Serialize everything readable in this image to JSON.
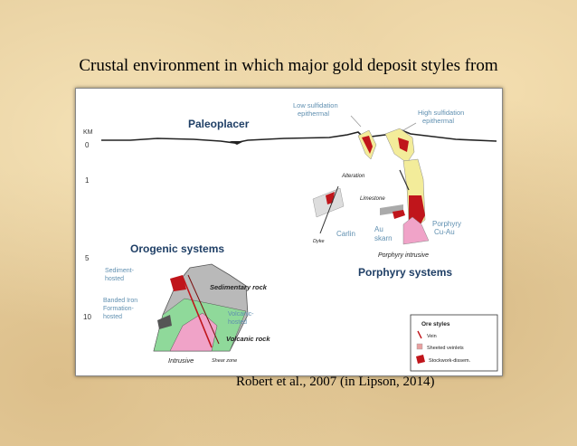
{
  "slide": {
    "title": "Crustal environment in which major gold deposit styles from",
    "citation": "Robert et al., 2007 (in Lipson, 2014)"
  },
  "diagram": {
    "km_label": "KM",
    "depth_ticks": [
      "0",
      "1",
      "5",
      "10"
    ],
    "paleoplacer": "Paleoplacer",
    "low_sulfidation_1": "Low sulfidation",
    "low_sulfidation_2": "epithermal",
    "high_sulfidation_1": "High sulfidation",
    "high_sulfidation_2": "epithermal",
    "alteration": "Alteration",
    "limestone": "Limestone",
    "dyke": "Dyke",
    "carlin": "Carlin",
    "au_skarn_1": "Au",
    "au_skarn_2": "skarn",
    "porphyry_1": "Porphyry",
    "porphyry_2": "Cu-Au",
    "porphyry_intrusive": "Porphyry intrusive",
    "orogenic_systems": "Orogenic systems",
    "porphyry_systems": "Porphyry systems",
    "sediment_hosted_1": "Sediment-",
    "sediment_hosted_2": "hosted",
    "bif_1": "Banded Iron",
    "bif_2": "Formation-",
    "bif_3": "hosted",
    "sedimentary_rock": "Sedimentary rock",
    "volcanic_hosted_1": "Volcanic-",
    "volcanic_hosted_2": "hosted",
    "volcanic_rock": "Volcanic rock",
    "intrusive": "Intrusive",
    "shear_zone": "Shear zone",
    "legend": {
      "title": "Ore styles",
      "vein": "Vein",
      "sheeted": "Sheeted veinlets",
      "stockwork": "Stockwork-dissem."
    },
    "colors": {
      "label_blue": "#5f8fb0",
      "dark_blue": "#1f3f66",
      "ore_red": "#c0151b",
      "porphyry_yellow": "#f3ec9a",
      "intrusive_pink": "#f0a3c8",
      "volcanic_green": "#8fd99a",
      "sediment_grey": "#b9b9b9"
    }
  }
}
